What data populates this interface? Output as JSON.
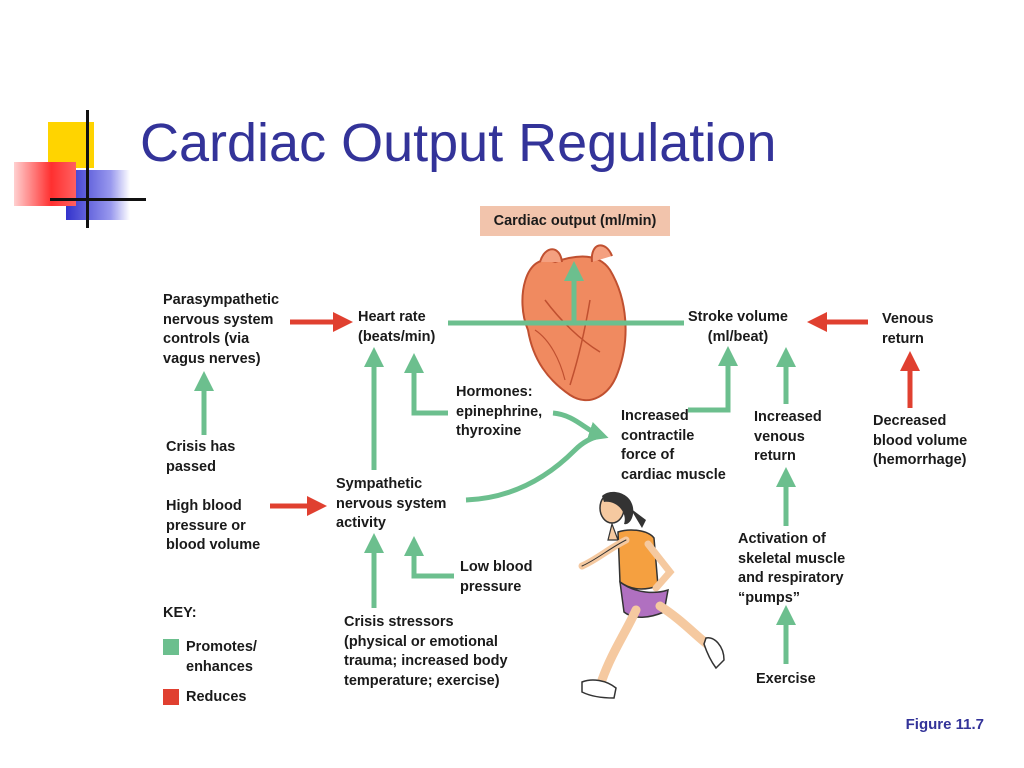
{
  "title": "Cardiac Output Regulation",
  "figure_label": "Figure 11.7",
  "colors": {
    "promotes": "#6cbf8e",
    "reduces": "#e04030",
    "title": "#333399",
    "highlight_box": "#f2c4ac"
  },
  "nodes": {
    "cardiac_output": "Cardiac output (ml/min)",
    "heart_rate": "Heart rate\n(beats/min)",
    "stroke_volume": "Stroke volume\n(ml/beat)",
    "parasympathetic": "Parasympathetic\nnervous system\ncontrols (via\nvagus nerves)",
    "venous_return": "Venous\nreturn",
    "hormones": "Hormones:\nepinephrine,\nthyroxine",
    "contractile": "Increased\ncontractile\nforce of\ncardiac muscle",
    "increased_venous": "Increased\nvenous\nreturn",
    "decreased_blood": "Decreased\nblood volume\n(hemorrhage)",
    "crisis_passed": "Crisis has\npassed",
    "high_bp": "High blood\npressure or\nblood volume",
    "sympathetic": "Sympathetic\nnervous system\nactivity",
    "low_bp": "Low blood\npressure",
    "activation": "Activation of\nskeletal muscle\nand respiratory\n“pumps”",
    "crisis_stressors": "Crisis stressors\n(physical or emotional\ntrauma; increased body\ntemperature; exercise)",
    "exercise": "Exercise"
  },
  "key": {
    "title": "KEY:",
    "promotes": "Promotes/\nenhances",
    "reduces": "Reduces"
  }
}
